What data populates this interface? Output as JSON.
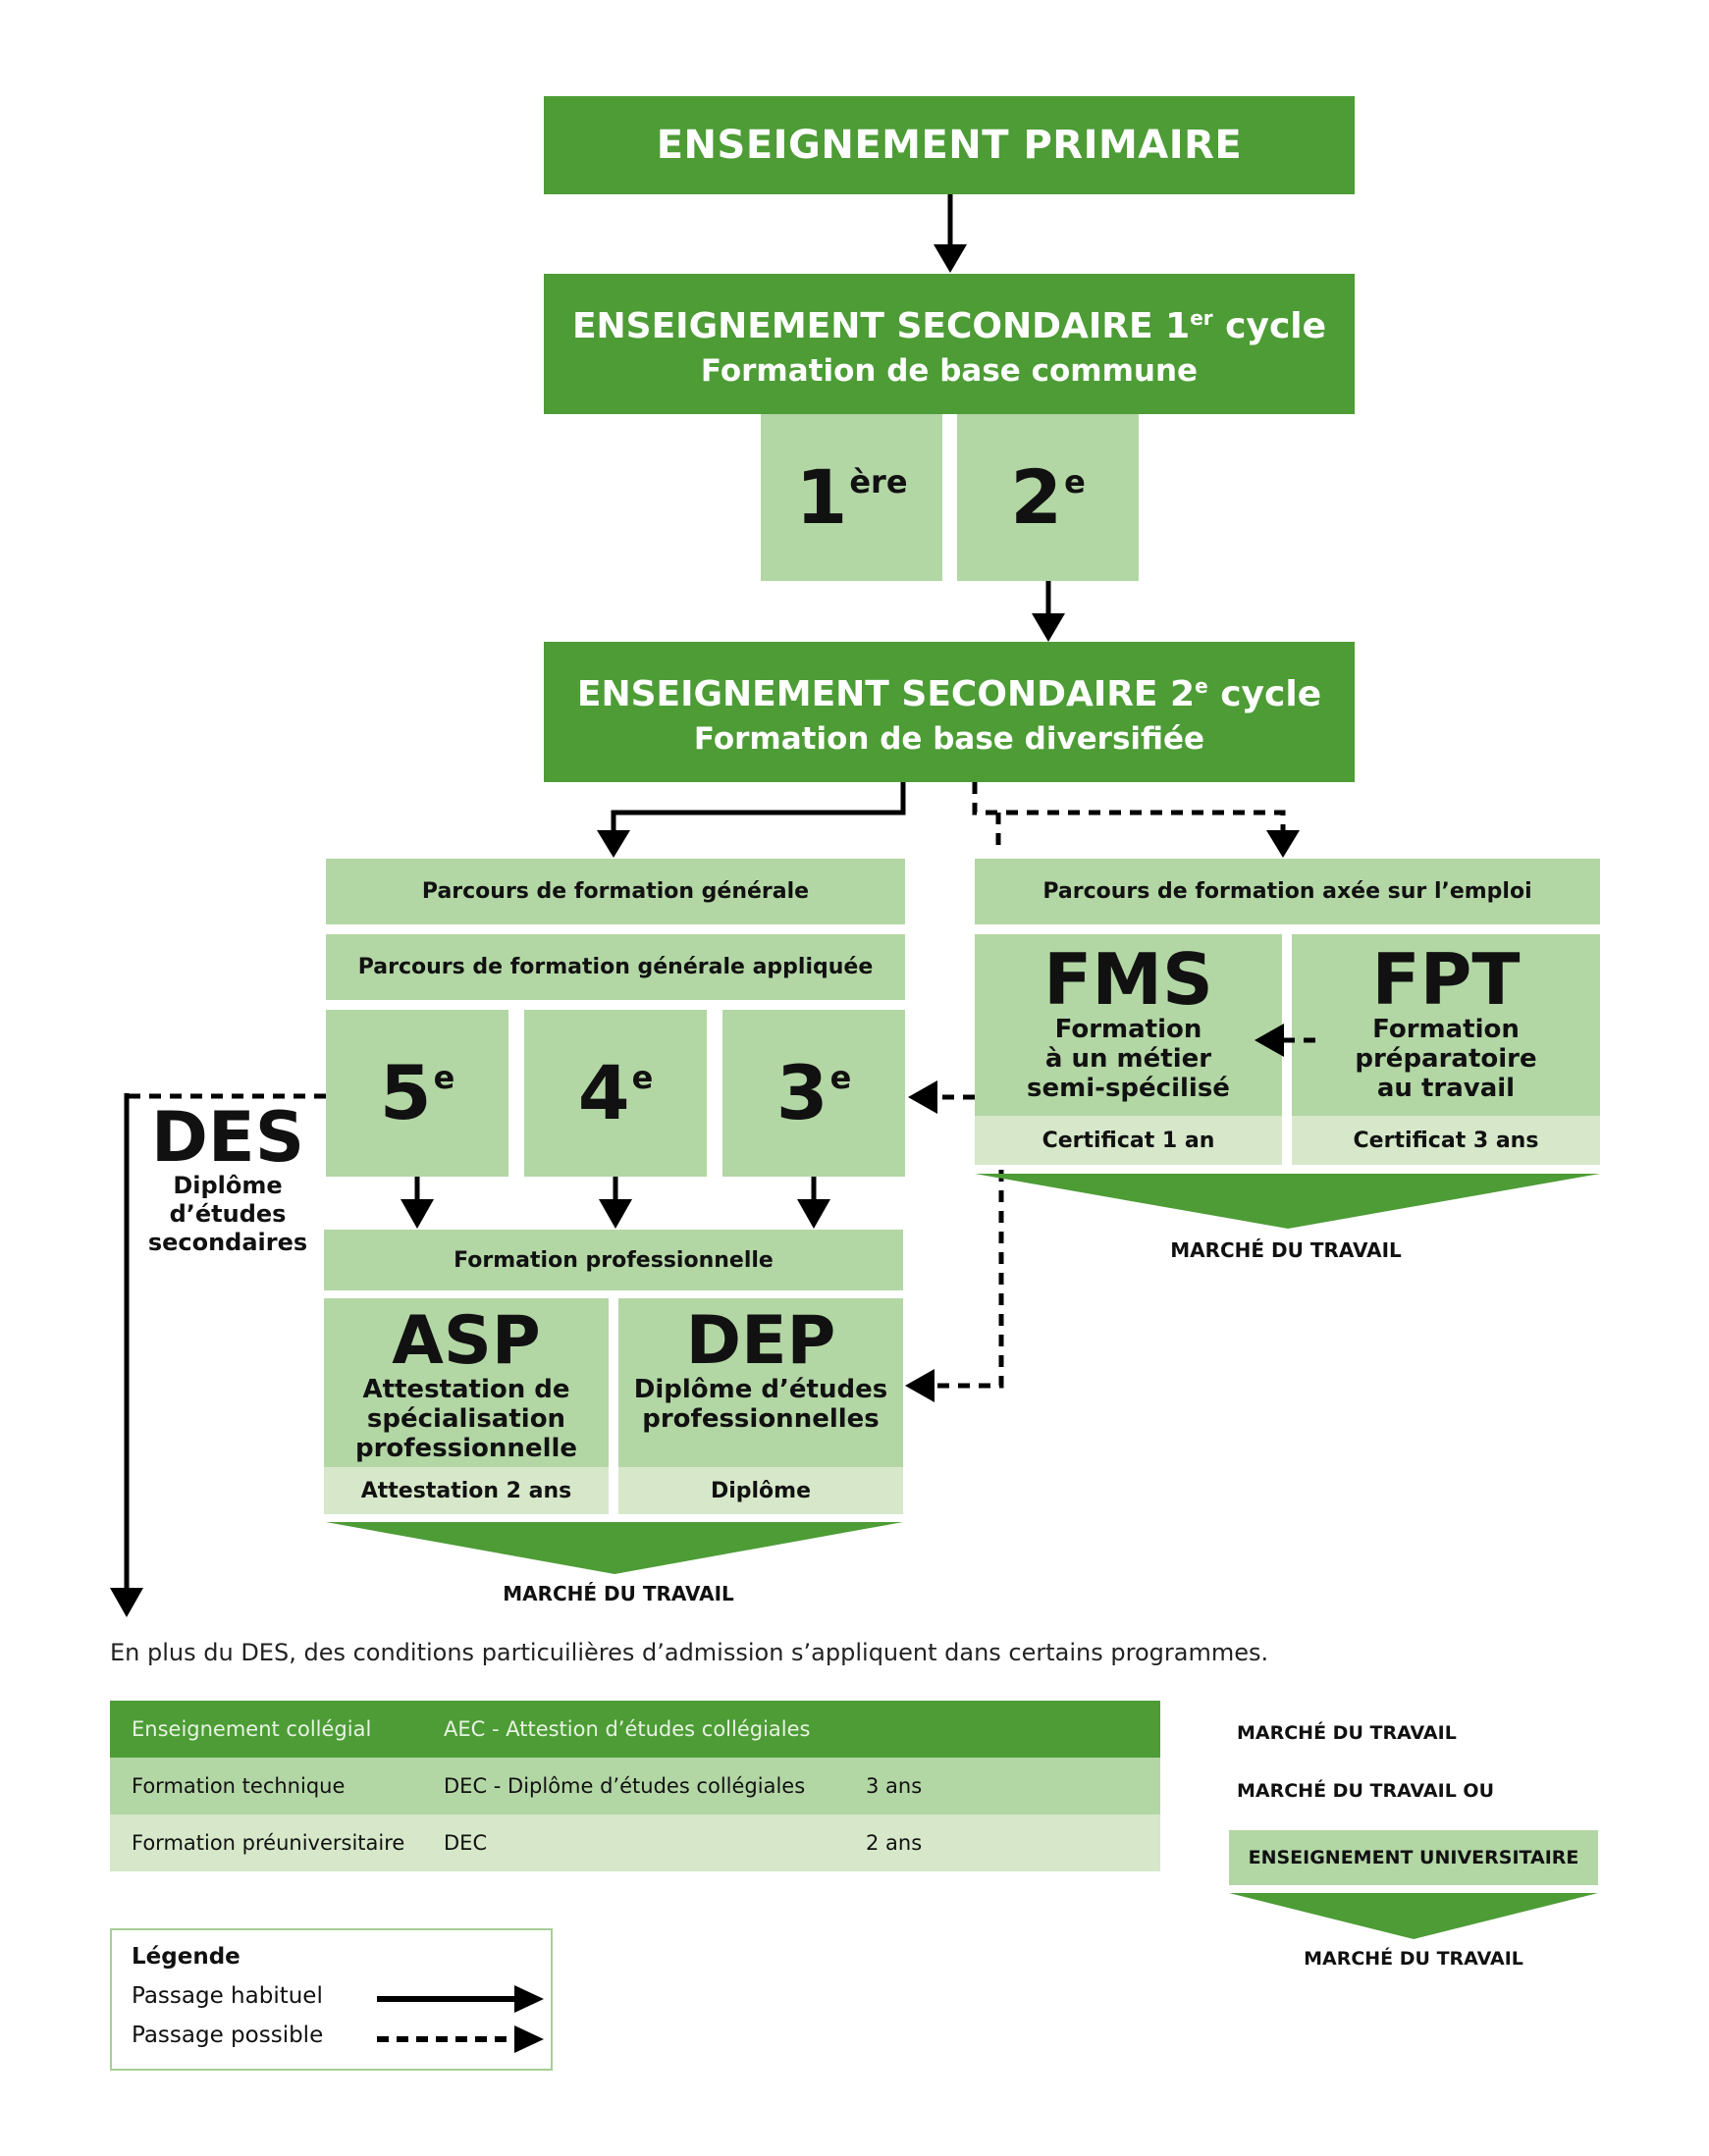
{
  "primary": {
    "title": "ENSEIGNEMENT PRIMAIRE"
  },
  "secondary1": {
    "title_main": "ENSEIGNEMENT SECONDAIRE 1",
    "title_sup": "er",
    "title_end": " cycle",
    "subtitle": "Formation de base commune"
  },
  "grades1": [
    {
      "num": "1",
      "sup": "ère"
    },
    {
      "num": "2",
      "sup": "e"
    }
  ],
  "secondary2": {
    "title_main": "ENSEIGNEMENT SECONDAIRE 2",
    "title_sup": "e",
    "title_end": " cycle",
    "subtitle": "Formation de base diversifiée"
  },
  "general": {
    "path1": "Parcours de formation générale",
    "path2": "Parcours de formation générale appliquée",
    "grades": [
      {
        "num": "5",
        "sup": "e"
      },
      {
        "num": "4",
        "sup": "e"
      },
      {
        "num": "3",
        "sup": "e"
      }
    ]
  },
  "des": {
    "acronym": "DES",
    "line1": "Diplôme",
    "line2": "d’études",
    "line3": "secondaires"
  },
  "employment": {
    "path": "Parcours de formation axée sur l’emploi",
    "fms": {
      "acronym": "FMS",
      "line1": "Formation",
      "line2": "à un métier",
      "line3": "semi-spécilisé",
      "footer": "Certificat 1 an"
    },
    "fpt": {
      "acronym": "FPT",
      "line1": "Formation",
      "line2": "préparatoire",
      "line3": "au travail",
      "footer": "Certificat 3 ans"
    },
    "market": "MARCHÉ DU TRAVAIL"
  },
  "professional": {
    "title": "Formation professionnelle",
    "asp": {
      "acronym": "ASP",
      "line1": "Attestation de",
      "line2": "spécialisation",
      "line3": "professionnelle",
      "footer": "Attestation 2 ans"
    },
    "dep": {
      "acronym": "DEP",
      "line1": "Diplôme d’études",
      "line2": "professionnelles",
      "footer": "Diplôme"
    },
    "market": "MARCHÉ DU TRAVAIL"
  },
  "note": "En plus du DES, des conditions particuilières d’admission s’appliquent dans certains programmes.",
  "college_table": {
    "rows": [
      {
        "col1": "Enseignement collégial",
        "col2": "AEC - Attestion d’études collégiales",
        "col3": "",
        "outcome": "MARCHÉ DU TRAVAIL"
      },
      {
        "col1": "Formation technique",
        "col2": "DEC - Diplôme d’études collégiales",
        "col3": "3 ans",
        "outcome": "MARCHÉ DU TRAVAIL OU"
      },
      {
        "col1": "Formation préuniversitaire",
        "col2": "DEC",
        "col3": "2 ans",
        "outcome": ""
      }
    ],
    "university": "ENSEIGNEMENT UNIVERSITAIRE",
    "university_market": "MARCHÉ DU TRAVAIL"
  },
  "legend": {
    "title": "Légende",
    "usual": "Passage habituel",
    "possible": "Passage possible"
  },
  "colors": {
    "dark_green": "#4d9c36",
    "mid_green": "#b3d6a5",
    "pale_green": "#d6e8c9",
    "arrow": "#000000"
  }
}
